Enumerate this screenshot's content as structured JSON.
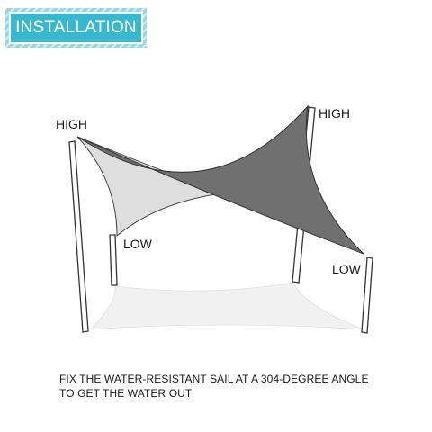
{
  "header": {
    "title": "INSTALLATION"
  },
  "diagram": {
    "labels": {
      "high_left": "HIGH",
      "high_right": "HIGH",
      "low_left": "LOW",
      "low_right": "LOW"
    },
    "colors": {
      "sail_dark": "#707070",
      "sail_light": "#dedede",
      "shadow": "#f1f1f1",
      "post_outline": "#333333",
      "accent": "#38b8cf"
    }
  },
  "caption": {
    "line1": "FIX THE WATER-RESISTANT SAIL AT A 304-DEGREE ANGLE",
    "line2": "TO GET THE WATER OUT"
  }
}
